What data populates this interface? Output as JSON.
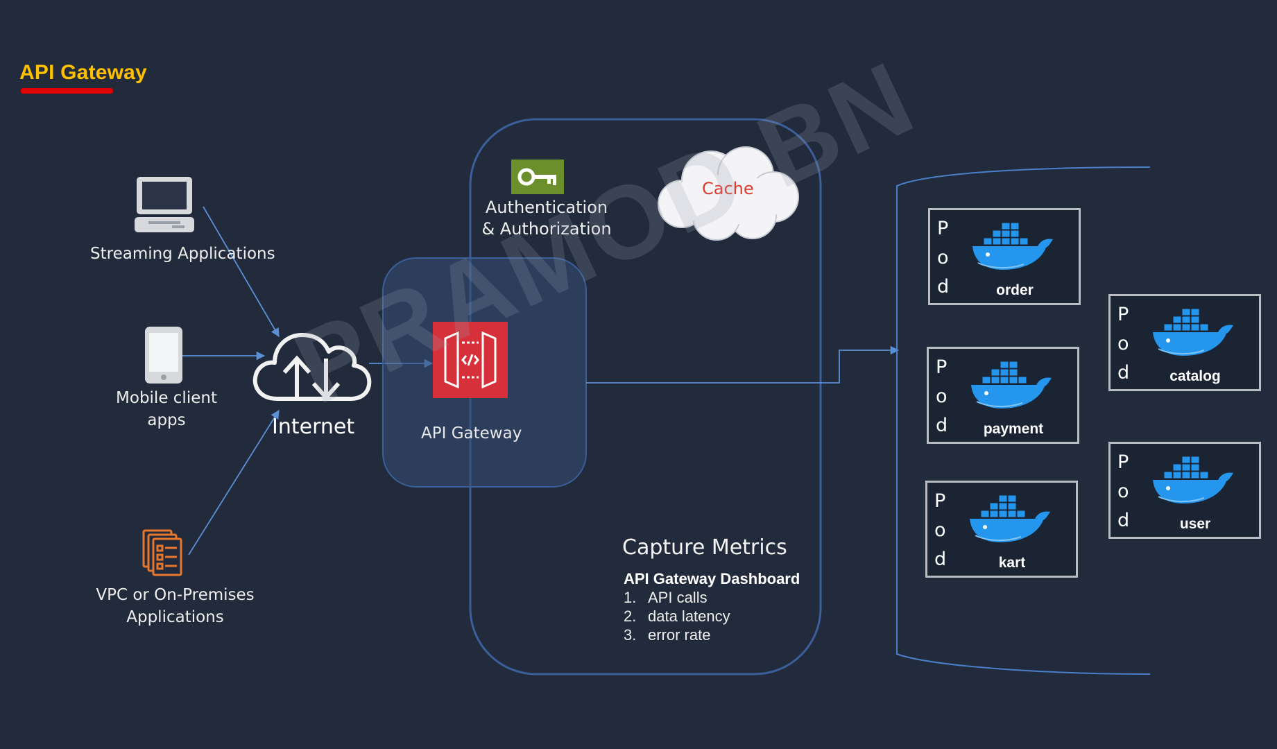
{
  "title": "API Gateway",
  "clients": {
    "streaming": "Streaming Applications",
    "mobile_line1": "Mobile client",
    "mobile_line2": "apps",
    "vpc_line1": "VPC or On-Premises",
    "vpc_line2": "Applications"
  },
  "internet_label": "Internet",
  "gateway_label": "API Gateway",
  "auth_line1": "Authentication",
  "auth_line2": "& Authorization",
  "cache_label": "Cache",
  "metrics": {
    "title": "Capture Metrics",
    "subtitle": "API Gateway Dashboard",
    "items": [
      {
        "num": "1.",
        "text": "API calls"
      },
      {
        "num": "2.",
        "text": "data latency"
      },
      {
        "num": "3.",
        "text": "error rate"
      }
    ]
  },
  "pod_letters": [
    "P",
    "o",
    "d"
  ],
  "pods": {
    "order": "order",
    "payment": "payment",
    "kart": "kart",
    "catalog": "catalog",
    "user": "user"
  },
  "watermark": "PRAMOD BN",
  "colors": {
    "background": "#222b3b",
    "title": "#ffc000",
    "underline": "#e00000",
    "gateway_icon": "#d6303a",
    "auth_icon": "#6b8f2a",
    "line": "#4a7fc9",
    "docker": "#2496ed"
  }
}
